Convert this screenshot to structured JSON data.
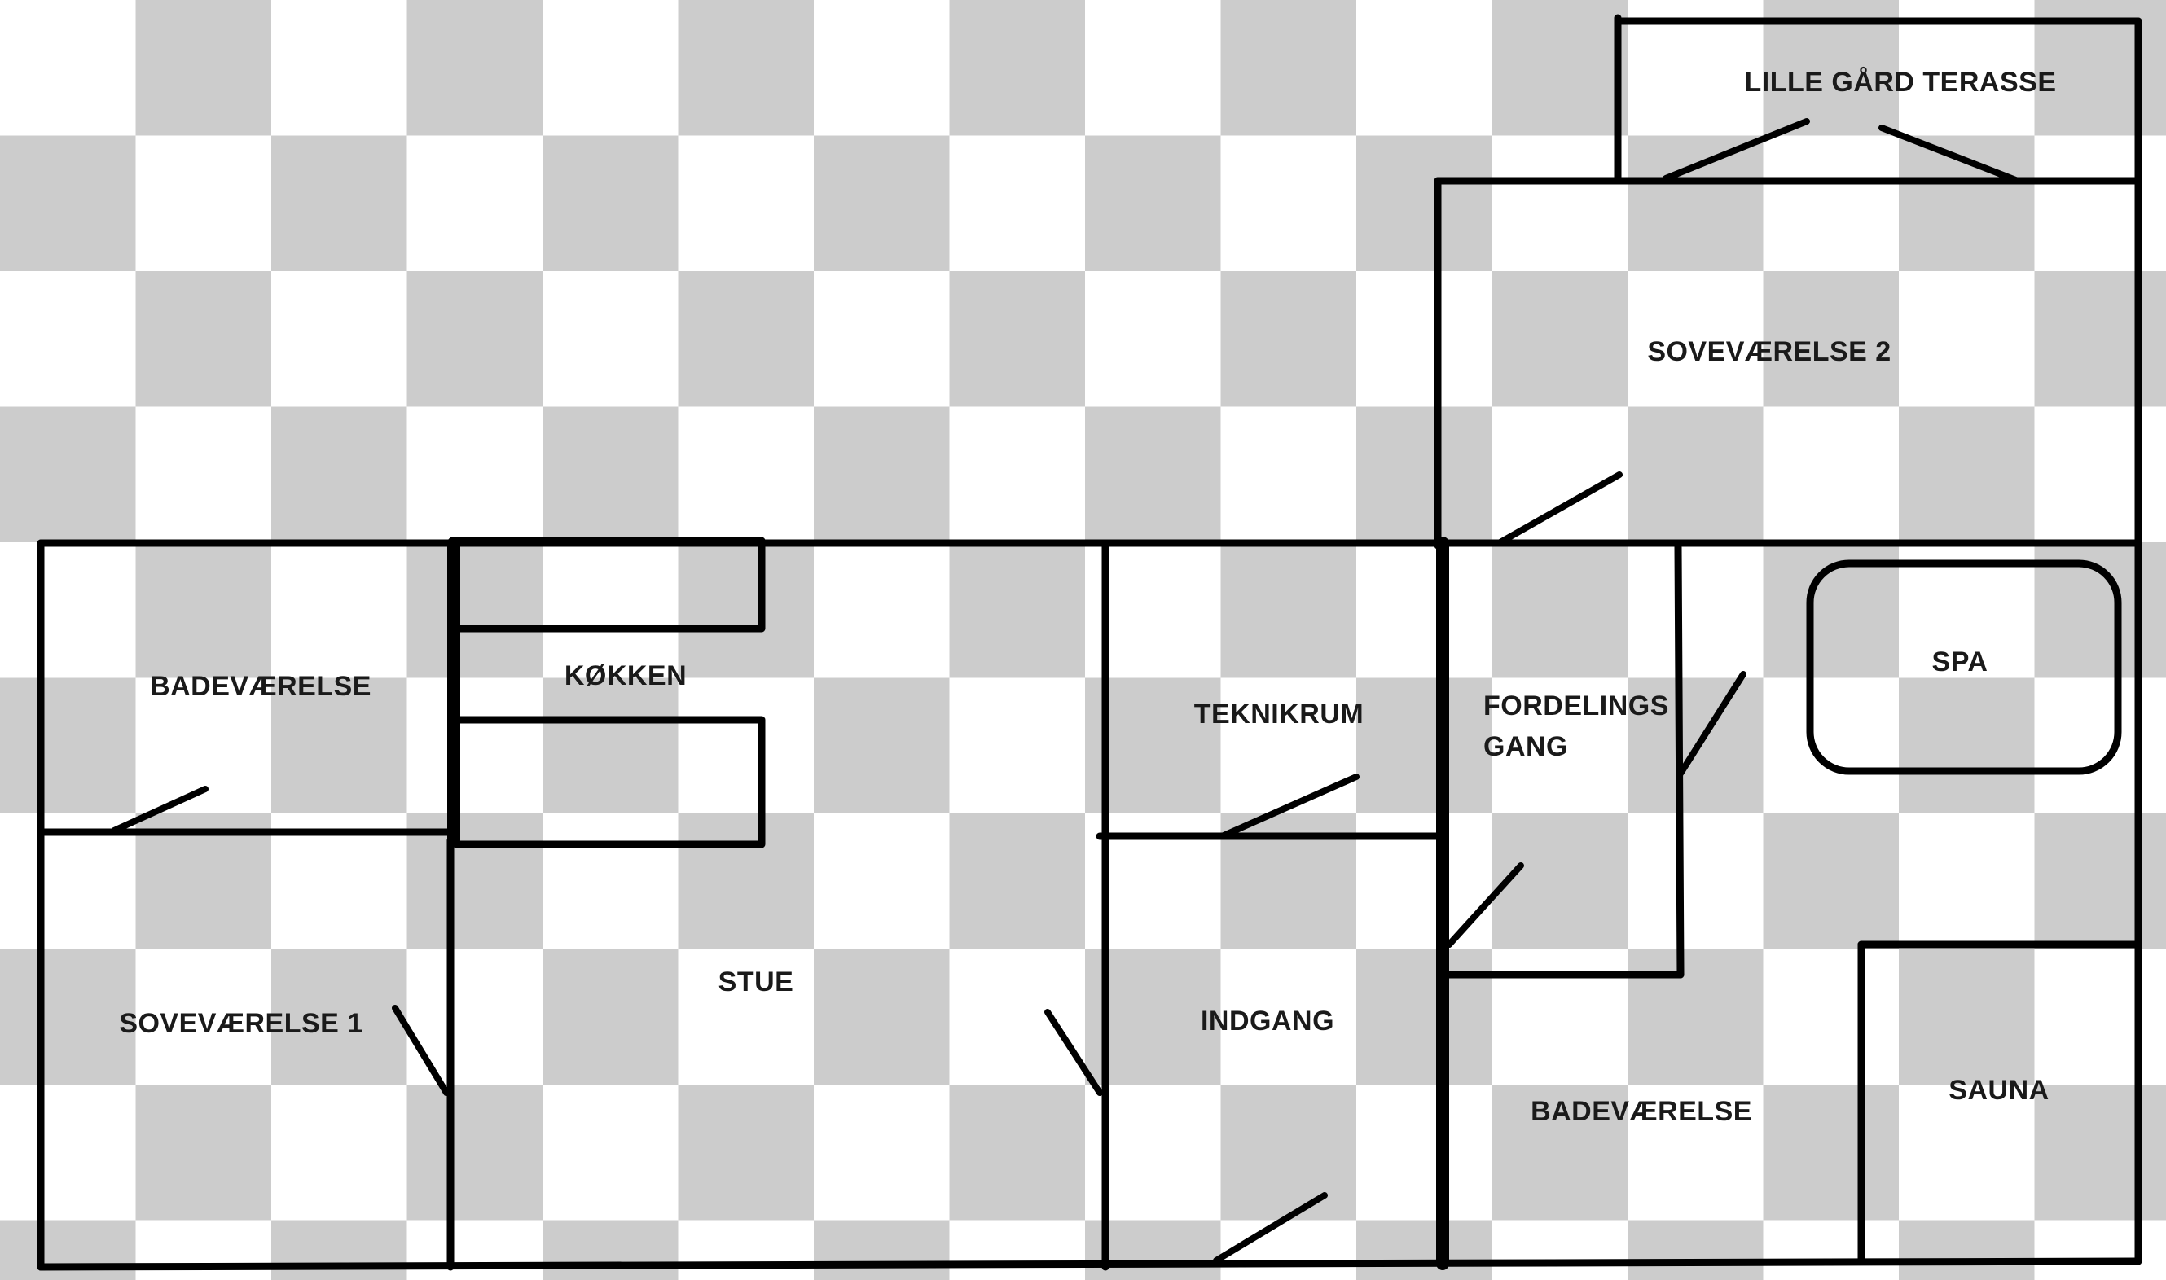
{
  "floorplan": {
    "rooms": {
      "lille_gaard_terasse": "LILLE GÅRD TERASSE",
      "sovevaerelse_2": "SOVEVÆRELSE 2",
      "badevaerelse_left": "BADEVÆRELSE",
      "koekken": "KØKKEN",
      "teknikrum": "TEKNIKRUM",
      "fordelings_line1": "FORDELINGS",
      "fordelings_line2": "GANG",
      "spa": "SPA",
      "sovevaerelse_1": "SOVEVÆRELSE 1",
      "stue": "STUE",
      "indgang": "INDGANG",
      "badevaerelse_right": "BADEVÆRELSE",
      "sauna": "SAUNA"
    },
    "colors": {
      "wall": "#000000",
      "checker_dark": "#cccccc",
      "checker_light": "#ffffff"
    }
  }
}
